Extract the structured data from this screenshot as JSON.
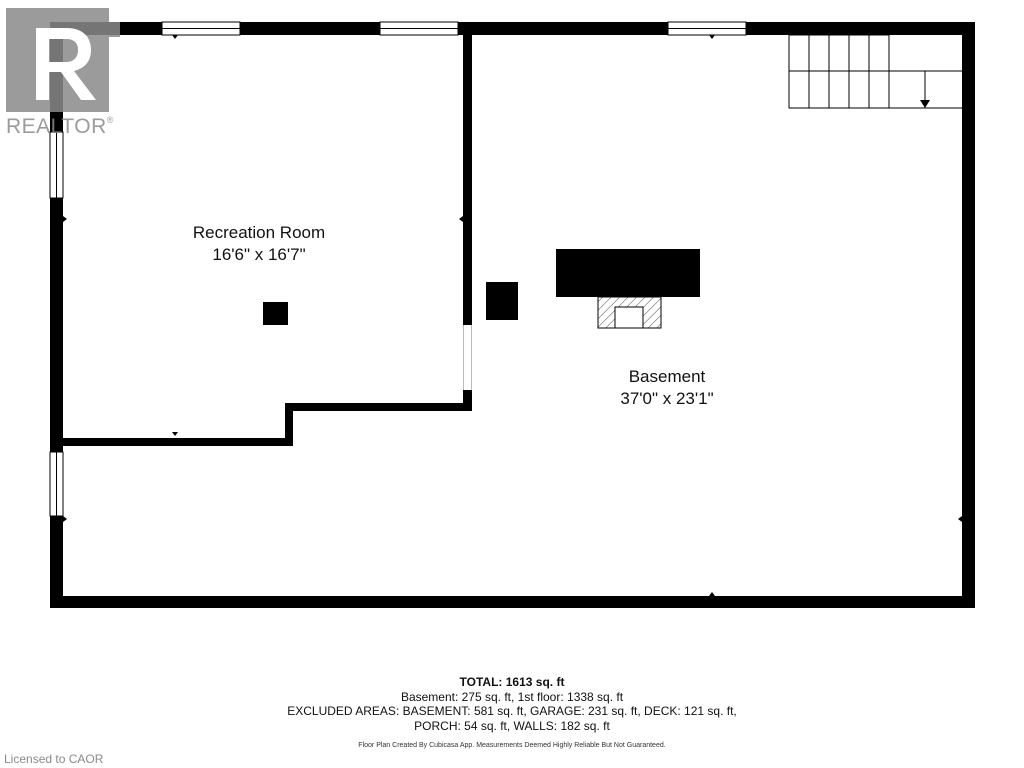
{
  "logo": {
    "text": "REALTOR",
    "mark": "®",
    "icon": "realtor-r-logo-icon",
    "color": "#8a8a8a"
  },
  "rooms": [
    {
      "name": "Recreation Room",
      "dimensions": "16'6\" x 16'7\""
    },
    {
      "name": "Basement",
      "dimensions": "37'0\" x 23'1\""
    }
  ],
  "totals": {
    "total": "TOTAL: 1613 sq. ft",
    "line1": "Basement: 275 sq. ft, 1st floor: 1338 sq. ft",
    "line2": "EXCLUDED AREAS: BASEMENT: 581 sq. ft, GARAGE: 231 sq. ft, DECK: 121 sq. ft,",
    "line3": "PORCH: 54 sq. ft, WALLS: 182 sq. ft"
  },
  "credit": "Floor Plan Created By Cubicasa App. Measurements Deemed Highly Reliable But Not Guaranteed.",
  "license": "Licensed to CAOR",
  "colors": {
    "wall": "#000000",
    "background": "#ffffff"
  }
}
